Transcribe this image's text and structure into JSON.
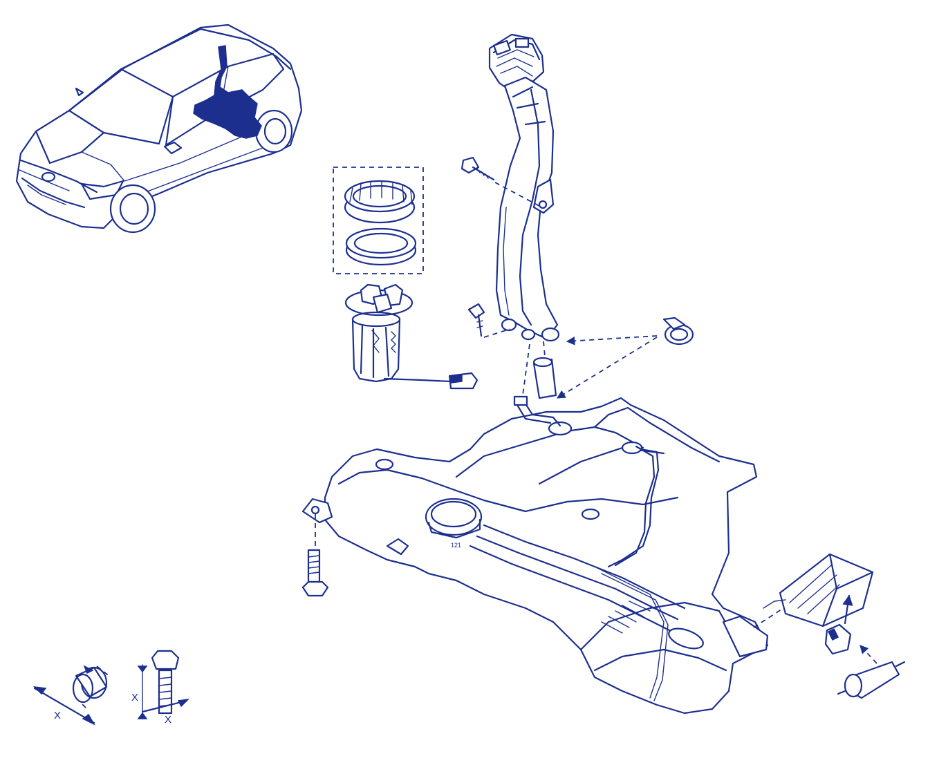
{
  "diagram": {
    "line_color": "#1c2f8f",
    "highlight_color": "#1c2f8f",
    "background": "#ffffff"
  },
  "labels": {
    "tank_part_code": "121",
    "clamp_dimension": "X",
    "bolt_dimension_length": "X",
    "bolt_dimension_diameter": "X"
  }
}
